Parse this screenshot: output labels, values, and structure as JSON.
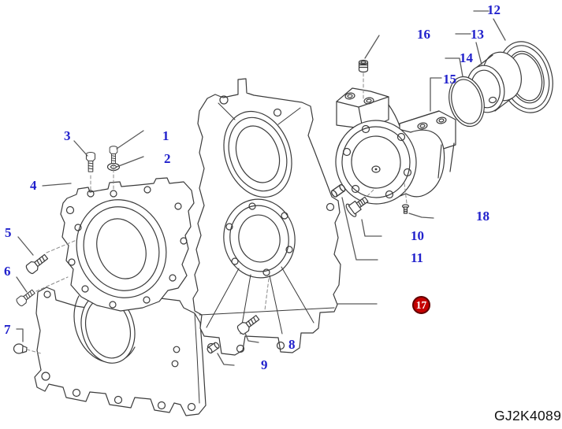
{
  "figure_code": "GJ2K4089",
  "callouts": [
    {
      "n": "1",
      "selected": false
    },
    {
      "n": "2",
      "selected": false
    },
    {
      "n": "3",
      "selected": false
    },
    {
      "n": "4",
      "selected": false
    },
    {
      "n": "5",
      "selected": false
    },
    {
      "n": "6",
      "selected": false
    },
    {
      "n": "7",
      "selected": false
    },
    {
      "n": "8",
      "selected": false
    },
    {
      "n": "9",
      "selected": false
    },
    {
      "n": "10",
      "selected": false
    },
    {
      "n": "11",
      "selected": false
    },
    {
      "n": "12",
      "selected": false
    },
    {
      "n": "13",
      "selected": false
    },
    {
      "n": "14",
      "selected": false
    },
    {
      "n": "15",
      "selected": false
    },
    {
      "n": "16",
      "selected": false
    },
    {
      "n": "17",
      "selected": true
    },
    {
      "n": "18",
      "selected": false
    }
  ],
  "colors": {
    "callout_text": "#2121cc",
    "selected_badge_bg": "#c50000",
    "selected_badge_border": "#5f0000",
    "selected_badge_text": "#ffffff",
    "line_art": "#3b3b3b",
    "leader_line": "#5a5a5a",
    "figure_code_text": "#111111",
    "background": "#ffffff"
  }
}
